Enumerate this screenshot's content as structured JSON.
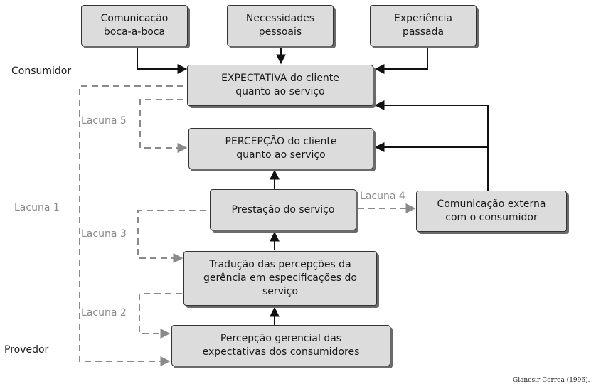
{
  "boxes": {
    "boca_a_boca": {
      "line1": "Comunicação",
      "line2": "boca-a-boca"
    },
    "necessidades": {
      "line1": "Necessidades",
      "line2": "pessoais"
    },
    "experiencia": {
      "line1": "Experiência",
      "line2": "passada"
    },
    "expectativa": {
      "line1": "EXPECTATIVA do cliente",
      "line2": "quanto ao serviço"
    },
    "percepcao_cliente": {
      "line1": "PERCEPÇÃO do cliente",
      "line2": "quanto ao serviço"
    },
    "prestacao": {
      "line1": "Prestação do serviço"
    },
    "comunicacao_externa": {
      "line1": "Comunicação externa",
      "line2": "com o consumidor"
    },
    "traducao": {
      "line1": "Tradução das percepções da",
      "line2": "gerência em especificações do",
      "line3": "serviço"
    },
    "percepcao_gerencial": {
      "line1": "Percepção gerencial das",
      "line2": "expectativas dos consumidores"
    }
  },
  "labels": {
    "consumidor": "Consumidor",
    "provedor": "Provedor"
  },
  "gaps": {
    "lacuna1": "Lacuna 1",
    "lacuna2": "Lacuna 2",
    "lacuna3": "Lacuna 3",
    "lacuna4": "Lacuna 4",
    "lacuna5": "Lacuna 5"
  },
  "source": "Gianesir Correa (1996).",
  "colors": {
    "box_fill": "#dcdcdc",
    "solid_arrow": "#111111",
    "dashed_arrow": "#8a8a8a"
  }
}
